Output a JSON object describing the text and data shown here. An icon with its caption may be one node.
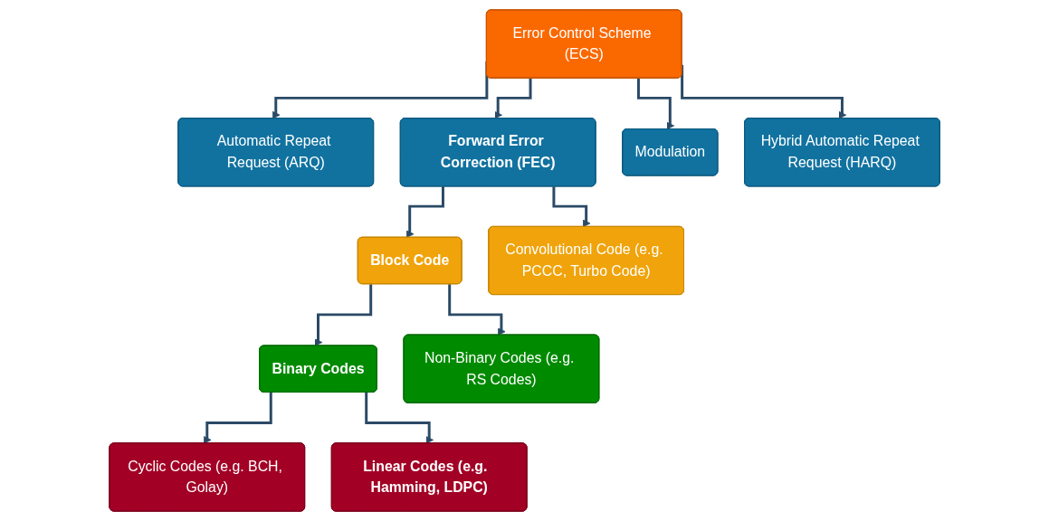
{
  "diagram": {
    "nodes": [
      {
        "text": [
          "Error Control Scheme (ECS)"
        ]
      },
      {
        "text": [
          "Automatic Repeat Request (ARQ)"
        ]
      },
      {
        "text": [
          "Forward Error Correction (FEC)"
        ]
      },
      {
        "text": [
          "Modulation"
        ]
      },
      {
        "text": [
          "Hybrid Automatic Repeat Request (HARQ)"
        ]
      },
      {
        "text": [
          "Block Code"
        ]
      },
      {
        "text": [
          "Convolutional Code (e.g. PCCC, Turbo Code)"
        ]
      },
      {
        "text": [
          "Binary Codes"
        ]
      },
      {
        "text": [
          "Non-Binary Codes (e.g. RS Codes)"
        ]
      },
      {
        "text": [
          "Cyclic Codes (e.g. BCH, Golay)"
        ]
      },
      {
        "text": [
          "Linear Codes (e.g.  Hamming, LDPC)"
        ]
      }
    ],
    "edges": [
      {
        "from": 0,
        "to": 1,
        "arrow": "to"
      },
      {
        "from": 0,
        "to": 2,
        "arrow": "to"
      },
      {
        "from": 0,
        "to": 3,
        "arrow": "to"
      },
      {
        "from": 0,
        "to": 4,
        "arrow": "to"
      },
      {
        "from": 2,
        "to": 5,
        "arrow": "to"
      },
      {
        "from": 2,
        "to": 6,
        "arrow": "to"
      },
      {
        "from": 5,
        "to": 7,
        "arrow": "to"
      },
      {
        "from": 5,
        "to": 8,
        "arrow": "to"
      },
      {
        "from": 7,
        "to": 9,
        "arrow": "to"
      },
      {
        "from": 7,
        "to": 10,
        "arrow": "to"
      }
    ]
  }
}
